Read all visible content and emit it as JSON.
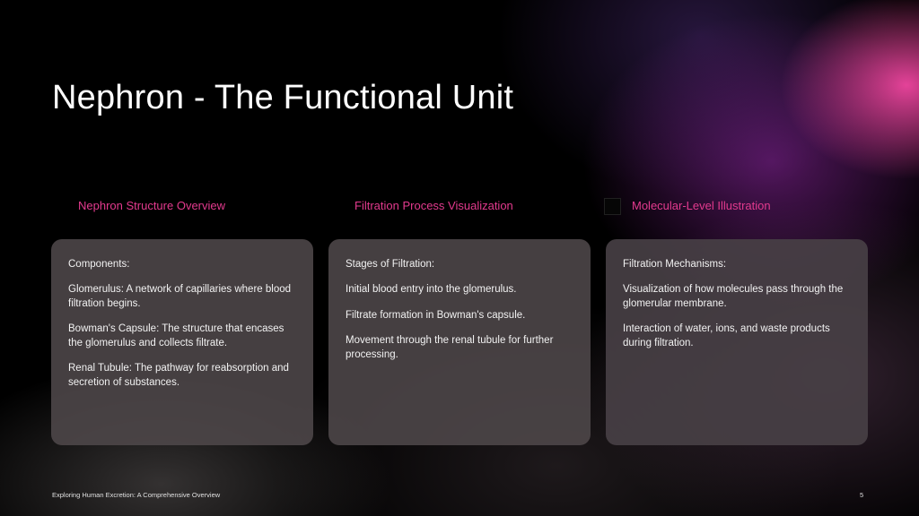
{
  "slide": {
    "title": "Nephron - The Functional Unit"
  },
  "columns": [
    {
      "header": "Nephron Structure Overview",
      "card": {
        "heading": "Components:",
        "items": [
          "Glomerulus: A network of capillaries where blood filtration begins.",
          "Bowman's Capsule: The structure that encases the glomerulus and collects filtrate.",
          "Renal Tubule: The pathway for reabsorption and secretion of substances."
        ]
      }
    },
    {
      "header": "Filtration Process Visualization",
      "card": {
        "heading": "Stages of Filtration:",
        "items": [
          "Initial blood entry into the glomerulus.",
          "Filtrate formation in Bowman's capsule.",
          "Movement through the renal tubule for further processing."
        ]
      }
    },
    {
      "header": "Molecular-Level Illustration",
      "card": {
        "heading": "Filtration Mechanisms:",
        "items": [
          "Visualization of how molecules pass through the glomerular membrane.",
          "Interaction of water, ions, and waste products during filtration."
        ]
      }
    }
  ],
  "footer": {
    "text": "Exploring Human Excretion: A Comprehensive Overview",
    "page_number": "5"
  },
  "colors": {
    "background": "#000000",
    "accent_header": "#e33a8e",
    "card": "#4e484a",
    "glow_pink": "#f046a0"
  }
}
